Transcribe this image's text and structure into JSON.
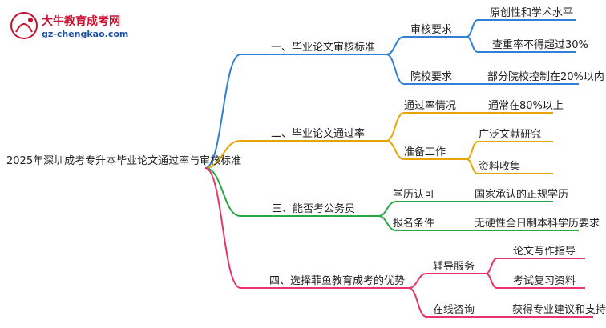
{
  "logo": {
    "mark_text": "大牛",
    "name": "大牛教育成考网",
    "url": "gz-chengkao.com"
  },
  "root": "2025年深圳成考专升本毕业论文通过率与审核标准",
  "branches": [
    {
      "label": "一、毕业论文审核标准",
      "color": "#2f80d6",
      "children": [
        {
          "label": "审核要求",
          "leaves": [
            "原创性和学术水平",
            "查重率不得超过30%"
          ]
        },
        {
          "label": "院校要求",
          "leaves": [
            "部分院校控制在20%以内"
          ]
        }
      ]
    },
    {
      "label": "二、毕业论文通过率",
      "color": "#e8a400",
      "children": [
        {
          "label": "通过率情况",
          "leaves": [
            "通常在80%以上"
          ]
        },
        {
          "label": "准备工作",
          "leaves": [
            "广泛文献研究",
            "资料收集"
          ]
        }
      ]
    },
    {
      "label": "三、能否考公务员",
      "color": "#27a844",
      "children": [
        {
          "label": "学历认可",
          "leaves": [
            "国家承认的正规学历"
          ]
        },
        {
          "label": "报名条件",
          "leaves": [
            "无硬性全日制本科学历要求"
          ]
        }
      ]
    },
    {
      "label": "四、选择菲鱼教育成考的优势",
      "color": "#e8336d",
      "children": [
        {
          "label": "辅导服务",
          "leaves": [
            "论文写作指导",
            "考试复习资料"
          ]
        },
        {
          "label": "在线咨询",
          "leaves": [
            "获得专业建议和支持"
          ]
        }
      ]
    }
  ]
}
